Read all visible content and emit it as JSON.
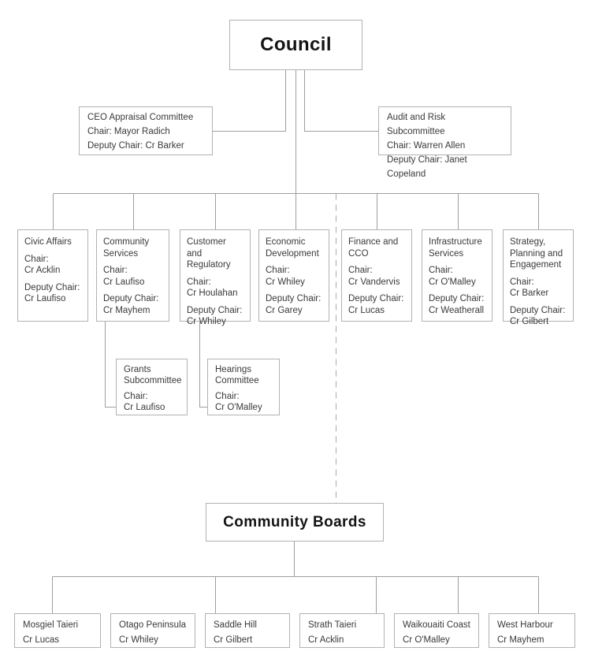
{
  "colors": {
    "background": "#ffffff",
    "box_border": "#b2b2b2",
    "connector_line": "#9e9e9e",
    "dashed_line": "#aaaaaa",
    "body_text": "#3a3a3a",
    "title_text": "#141414"
  },
  "org": {
    "root_label": "Council",
    "top_committees": [
      {
        "name": "CEO Appraisal Committee",
        "chair_line": "Chair: Mayor Radich",
        "deputy_line": "Deputy Chair: Cr Barker"
      },
      {
        "name": "Audit and Risk Subcommittee",
        "chair_line": "Chair: Warren Allen",
        "deputy_line": "Deputy Chair: Janet Copeland"
      }
    ],
    "committees": [
      {
        "name": "Civic Affairs",
        "chair_label": "Chair:",
        "chair": "Cr Acklin",
        "deputy_label": "Deputy Chair:",
        "deputy": "Cr Laufiso"
      },
      {
        "name": "Community Services",
        "chair_label": "Chair:",
        "chair": "Cr Laufiso",
        "deputy_label": "Deputy Chair:",
        "deputy": "Cr Mayhem"
      },
      {
        "name": "Customer and Regulatory",
        "chair_label": "Chair:",
        "chair": "Cr Houlahan",
        "deputy_label": "Deputy Chair:",
        "deputy": "Cr Whiley"
      },
      {
        "name": "Economic Development",
        "chair_label": "Chair:",
        "chair": "Cr Whiley",
        "deputy_label": "Deputy Chair:",
        "deputy": "Cr Garey"
      },
      {
        "name": "Finance and CCO",
        "chair_label": "Chair:",
        "chair": "Cr Vandervis",
        "deputy_label": "Deputy Chair:",
        "deputy": "Cr Lucas"
      },
      {
        "name": "Infrastructure Services",
        "chair_label": "Chair:",
        "chair": "Cr O'Malley",
        "deputy_label": "Deputy Chair:",
        "deputy": "Cr Weatherall"
      },
      {
        "name": "Strategy, Planning and Engagement",
        "chair_label": "Chair:",
        "chair": "Cr Barker",
        "deputy_label": "Deputy Chair:",
        "deputy": "Cr Gilbert"
      }
    ],
    "subcommittees": [
      {
        "name": "Grants Subcommittee",
        "chair_label": "Chair:",
        "chair": "Cr Laufiso"
      },
      {
        "name": "Hearings Committee",
        "chair_label": "Chair:",
        "chair": "Cr O'Malley"
      }
    ],
    "community_boards_label": "Community Boards",
    "boards": [
      {
        "name": "Mosgiel Taieri",
        "member": "Cr Lucas"
      },
      {
        "name": "Otago Peninsula",
        "member": "Cr Whiley"
      },
      {
        "name": "Saddle Hill",
        "member": "Cr Gilbert"
      },
      {
        "name": "Strath Taieri",
        "member": "Cr Acklin"
      },
      {
        "name": "Waikouaiti Coast",
        "member": "Cr O'Malley"
      },
      {
        "name": "West Harbour",
        "member": "Cr Mayhem"
      }
    ]
  }
}
